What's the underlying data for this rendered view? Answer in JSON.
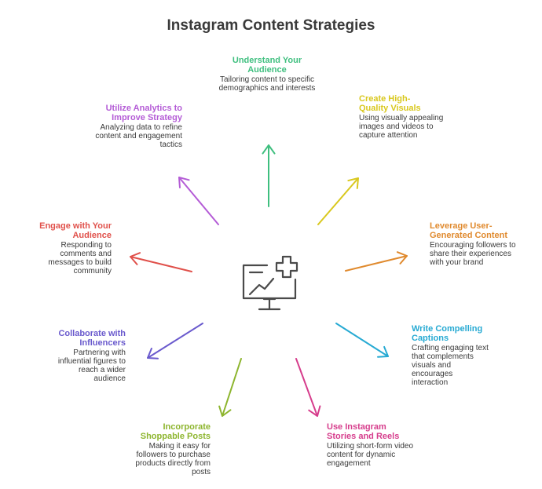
{
  "title": "Instagram Content Strategies",
  "colors": {
    "audience": "#3fbf7f",
    "visuals": "#d9c81e",
    "ugc": "#e08a2e",
    "captions": "#27aad3",
    "stories": "#d63d8c",
    "shoppable": "#8db52e",
    "influencers": "#6a5acd",
    "engage": "#e0504a",
    "analytics": "#b45cd6",
    "icon": "#4a4a4a"
  },
  "center_icon": "monitor-chart-plus-icon",
  "nodes": {
    "audience": {
      "title": "Understand Your Audience",
      "desc": "Tailoring content to specific demographics and interests"
    },
    "visuals": {
      "title": "Create High-Quality Visuals",
      "desc": "Using visually appealing images and videos to capture attention"
    },
    "ugc": {
      "title": "Leverage User-Generated Content",
      "desc": "Encouraging followers to share their experiences with your brand"
    },
    "captions": {
      "title": "Write Compelling Captions",
      "desc": "Crafting engaging text that complements visuals and encourages interaction"
    },
    "stories": {
      "title": "Use Instagram Stories and Reels",
      "desc": "Utilizing short-form video content for dynamic engagement"
    },
    "shoppable": {
      "title": "Incorporate Shoppable Posts",
      "desc": "Making it easy for followers to purchase products directly from posts"
    },
    "influencers": {
      "title": "Collaborate with Influencers",
      "desc": "Partnering with influential figures to reach a wider audience"
    },
    "engage": {
      "title": "Engage with Your Audience",
      "desc": "Responding to comments and messages to build community"
    },
    "analytics": {
      "title": "Utilize Analytics to Improve Strategy",
      "desc": "Analyzing data to refine content and engagement tactics"
    }
  }
}
